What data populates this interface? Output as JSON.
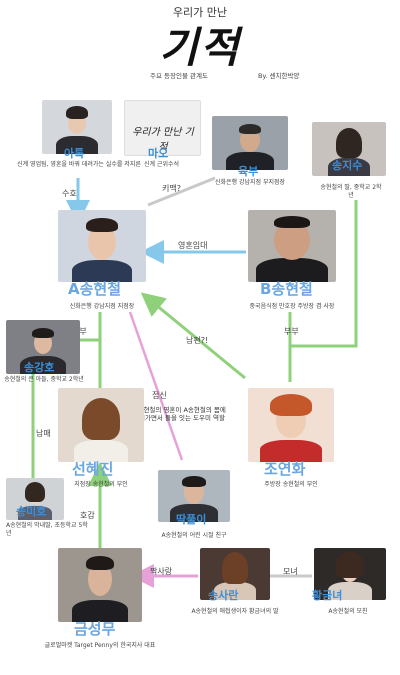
{
  "header": {
    "subtitle": "우리가 만난",
    "title": "기적",
    "description": "주요 등장인물 관계도",
    "credit": "By. 센치한박양"
  },
  "characters": {
    "atok": {
      "name": "아톡",
      "desc": "신계 영업팀, 영혼을 바꿔 데려가는 실수를 저지른"
    },
    "mao": {
      "name": "마오",
      "desc": "신계 근위수석",
      "poster_text": "우리가 만난 기적"
    },
    "yukbu": {
      "name": "육부",
      "desc": "신화은행 강남지점 부지점장"
    },
    "songjisu": {
      "name": "송지수",
      "desc": "송현철의 딸, 중학교 2학년"
    },
    "a_songhyeoncheol": {
      "name": "A송현철",
      "desc": "신화은행 강남지점 지점장"
    },
    "b_songhyeoncheol": {
      "name": "B송현철",
      "desc": "중국음식점 만호장 주방장 겸 사장"
    },
    "songgangho": {
      "name": "송강호",
      "desc": "송현철의 큰 아들, 중학교 2학년"
    },
    "seonhyejin": {
      "name": "선혜진",
      "desc": "지점장 송현철의 부인"
    },
    "joyeonhwa": {
      "name": "조연화",
      "desc": "주방장 송현철의 부인"
    },
    "songmiho": {
      "name": "송미호",
      "desc": "A송현철의 막내딸, 초등학교 5학년"
    },
    "ttakpuli": {
      "name": "딱풀이",
      "desc": "A송현철의 어린 시절 친구"
    },
    "geumseongmu": {
      "name": "금성무",
      "desc": "글로벌마켓 Target Penny의 한국지사 대표"
    },
    "songsaran": {
      "name": "송사란",
      "desc": "A송현철의 애첩생이자 황금녀의 딸"
    },
    "hwanggeumnyeo": {
      "name": "황금녀",
      "desc": "A송현철의 모친"
    }
  },
  "relations": {
    "suho": "수호",
    "kimaek": "키맥?",
    "soul_rental": "영혼임대",
    "bubu_a": "부부",
    "bubu_b": "부부",
    "husband": "남편?!",
    "namme": "남매",
    "hogam": "호감",
    "jjaksarang": "짝사랑",
    "monyeo": "모녀",
    "jeopsin": "접신",
    "jeopsin_note": "B송현철의 영혼이 A송현철의 몸에 들어가면서 둘을 잇는 도우미 역할"
  },
  "colors": {
    "name_blue": "#3a8fd8",
    "line_green": "#8fd17a",
    "line_blue": "#86c8ea",
    "line_pink": "#e6a2d8",
    "line_gray": "#c9c9c9"
  }
}
